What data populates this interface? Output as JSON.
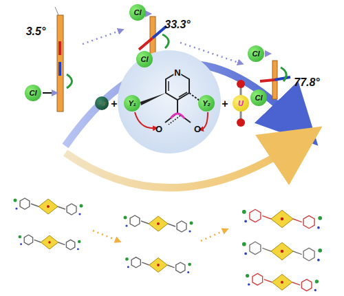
{
  "diagram": {
    "nodes": [
      {
        "text": [
          "Cl"
        ]
      },
      {
        "text": [
          "Cl"
        ]
      },
      {
        "text": [
          "Cl"
        ]
      },
      {
        "text": [
          "Cl"
        ]
      },
      {
        "text": [
          "Cl"
        ]
      },
      {
        "text": [
          "Ag"
        ]
      },
      {
        "text": [
          "N",
          "O",
          "O"
        ]
      },
      {
        "text": [
          "Y₁"
        ],
        "in": 6
      },
      {
        "text": [
          "Y₂"
        ],
        "in": 6
      },
      {
        "text": [
          "U"
        ]
      }
    ],
    "labels": [
      "33.3°",
      "3.5°",
      "77.8°",
      "+",
      "+"
    ]
  }
}
